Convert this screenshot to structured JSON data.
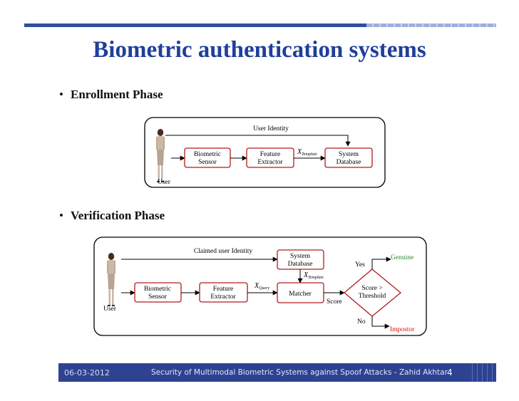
{
  "slide": {
    "title": "Biometric authentication systems",
    "bullets": [
      "Enrollment Phase",
      "Verification Phase"
    ],
    "bullet_glyph": "•"
  },
  "enrollment": {
    "identity_label": "User Identity",
    "user_label": "User",
    "sensor": [
      "Biometric",
      "Sensor"
    ],
    "extractor": [
      "Feature",
      "Extractor"
    ],
    "database": [
      "System",
      "Database"
    ],
    "template_var": "X",
    "template_sub": "Template"
  },
  "verification": {
    "identity_label": "Claimed user Identity",
    "user_label": "User",
    "sensor": [
      "Biometric",
      "Sensor"
    ],
    "extractor": [
      "Feature",
      "Extractor"
    ],
    "database": [
      "System",
      "Database"
    ],
    "matcher": "Matcher",
    "decision": [
      "Score >",
      "Threshold"
    ],
    "query_var": "X",
    "query_sub": "Query",
    "template_var": "X",
    "template_sub": "Template",
    "score_label": "Score",
    "yes_label": "Yes",
    "no_label": "No",
    "genuine_label": "Genuine",
    "impostor_label": "Impostor"
  },
  "colors": {
    "title": "#1f3f9b",
    "box_border": "#b01c1c",
    "genuine": "#2e8b2e",
    "impostor": "#d01010",
    "footer_bg": "#2d4391"
  },
  "footer": {
    "date": "06-03-2012",
    "text": "Security of Multimodal  Biometric Systems against Spoof Attacks - Zahid Akhtar",
    "page": "4"
  }
}
